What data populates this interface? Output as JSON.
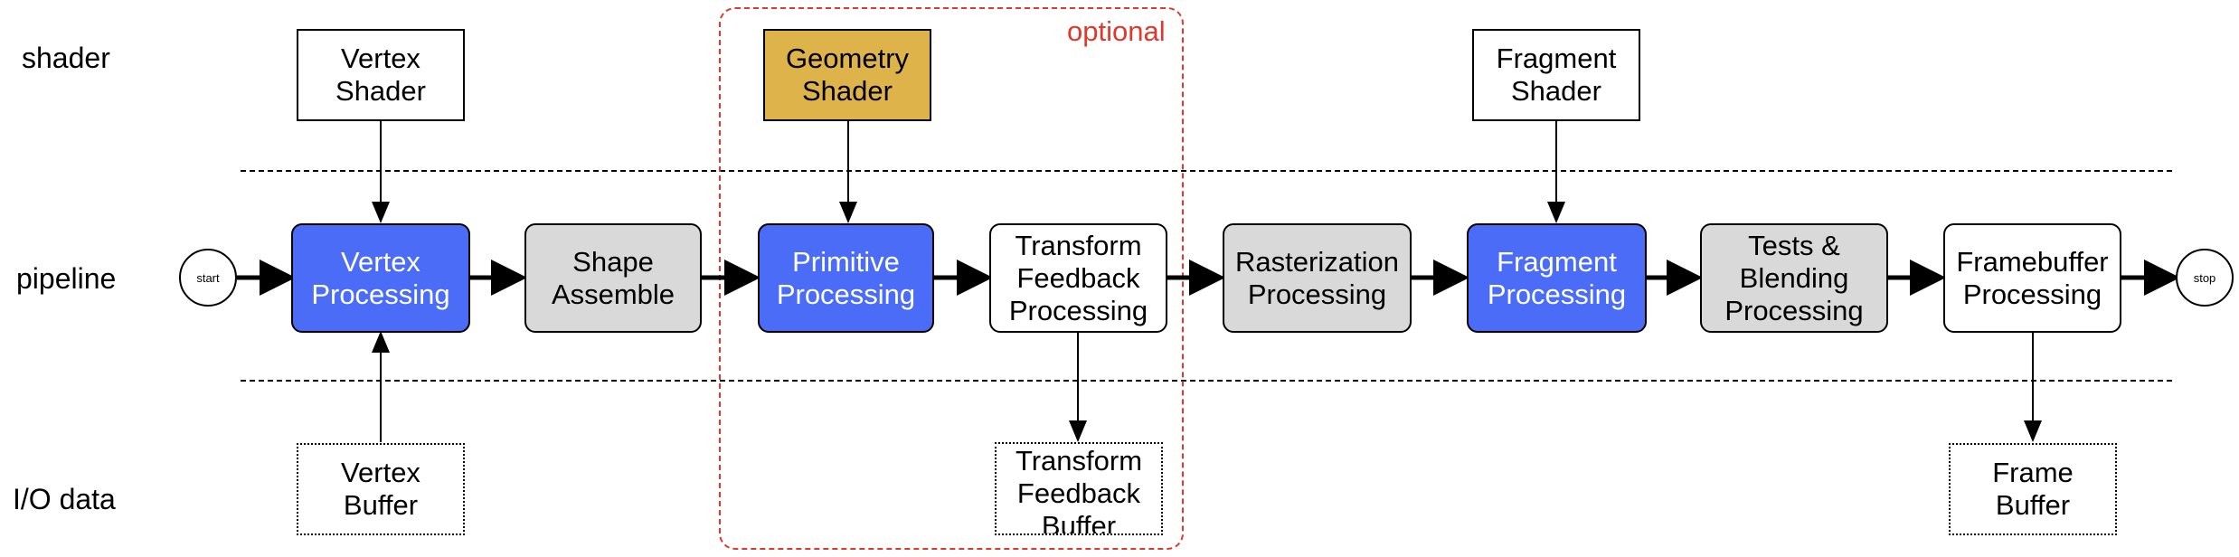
{
  "rows": {
    "shader": "shader",
    "pipeline": "pipeline",
    "io": "I/O data"
  },
  "optional_label": "optional",
  "terminals": {
    "start": "start",
    "stop": "stop"
  },
  "shaders": {
    "vertex": "Vertex\nShader",
    "geometry": "Geometry\nShader",
    "fragment": "Fragment\nShader"
  },
  "stages": {
    "vertex_processing": "Vertex\nProcessing",
    "shape_assemble": "Shape\nAssemble",
    "primitive_processing": "Primitive\nProcessing",
    "transform_feedback_processing": "Transform\nFeedback\nProcessing",
    "rasterization_processing": "Rasterization\nProcessing",
    "fragment_processing": "Fragment\nProcessing",
    "tests_blending_processing": "Tests &\nBlending\nProcessing",
    "framebuffer_processing": "Framebuffer\nProcessing"
  },
  "io_data": {
    "vertex_buffer": "Vertex\nBuffer",
    "transform_feedback_buffer": "Transform\nFeedback\nBuffer",
    "frame_buffer": "Frame\nBuffer"
  },
  "colors": {
    "programmable_stage": "#4a6cf7",
    "fixed_stage": "#d9d9d9",
    "geometry_shader": "#deb34a",
    "optional_region": "#e0392b"
  }
}
